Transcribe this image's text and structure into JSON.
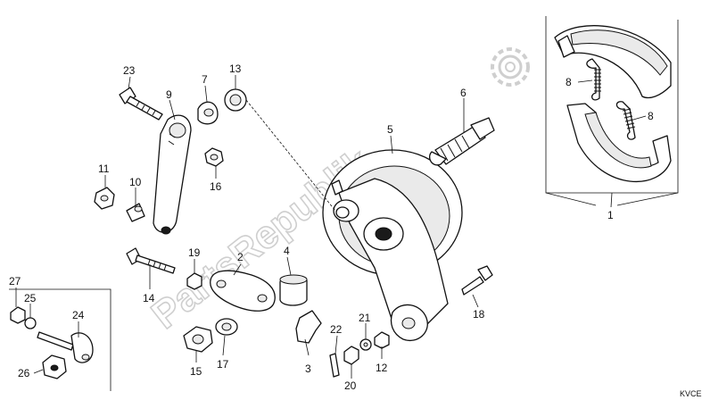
{
  "watermark": {
    "text": "PartsRepublik"
  },
  "diagram_code": "KVCE",
  "colors": {
    "line": "#111111",
    "watermark": "#cfcfcf",
    "background": "#ffffff"
  },
  "callouts": [
    {
      "id": "c1",
      "label": "1"
    },
    {
      "id": "c2",
      "label": "2"
    },
    {
      "id": "c3",
      "label": "3"
    },
    {
      "id": "c4",
      "label": "4"
    },
    {
      "id": "c5",
      "label": "5"
    },
    {
      "id": "c6",
      "label": "6"
    },
    {
      "id": "c7",
      "label": "7"
    },
    {
      "id": "c8a",
      "label": "8"
    },
    {
      "id": "c8b",
      "label": "8"
    },
    {
      "id": "c9",
      "label": "9"
    },
    {
      "id": "c10",
      "label": "10"
    },
    {
      "id": "c11",
      "label": "11"
    },
    {
      "id": "c12",
      "label": "12"
    },
    {
      "id": "c13",
      "label": "13"
    },
    {
      "id": "c14",
      "label": "14"
    },
    {
      "id": "c15",
      "label": "15"
    },
    {
      "id": "c16",
      "label": "16"
    },
    {
      "id": "c17",
      "label": "17"
    },
    {
      "id": "c18",
      "label": "18"
    },
    {
      "id": "c19",
      "label": "19"
    },
    {
      "id": "c20",
      "label": "20"
    },
    {
      "id": "c21",
      "label": "21"
    },
    {
      "id": "c22",
      "label": "22"
    },
    {
      "id": "c23",
      "label": "23"
    },
    {
      "id": "c24",
      "label": "24"
    },
    {
      "id": "c25",
      "label": "25"
    },
    {
      "id": "c26",
      "label": "26"
    },
    {
      "id": "c27",
      "label": "27"
    }
  ]
}
